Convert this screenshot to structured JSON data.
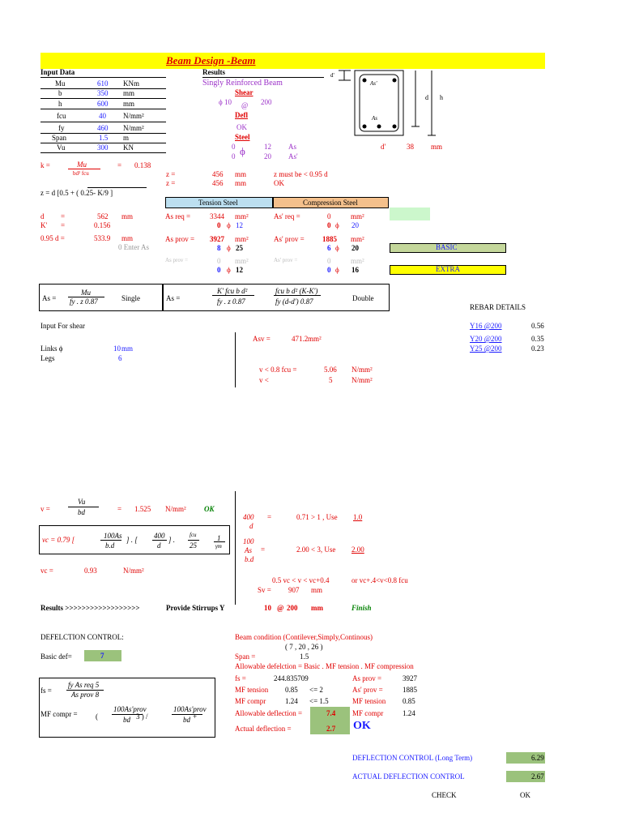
{
  "title": "Beam Design -Beam",
  "input": {
    "header": "Input Data",
    "rows": [
      {
        "label": "Mu",
        "value": "610",
        "unit": "KNm"
      },
      {
        "label": "b",
        "value": "350",
        "unit": "mm"
      },
      {
        "label": "h",
        "value": "600",
        "unit": "mm"
      },
      {
        "label": "fcu",
        "value": "40",
        "unit": "N/mm²"
      },
      {
        "label": "fy",
        "value": "460",
        "unit": "N/mm²"
      },
      {
        "label": "Span",
        "value": "1.5",
        "unit": "m"
      },
      {
        "label": "Vu",
        "value": "300",
        "unit": "KN"
      }
    ]
  },
  "results": {
    "header": "Results",
    "beam_type": "Singly Reinforced Beam",
    "shear_label": "Shear",
    "shear_phi": "ϕ 10",
    "shear_at": "@",
    "shear_spacing": "200",
    "defl_label": "Defl",
    "defl_ok": "OK",
    "steel_label": "Steel",
    "steel_r1_a": "0",
    "steel_r1_b": "12",
    "steel_r1_c": "As",
    "steel_r2_a": "0",
    "steel_r2_b": "20",
    "steel_r2_c": "As'",
    "dprime_label": "d'",
    "dprime_value": "38",
    "dprime_unit": "mm"
  },
  "section": {
    "d_top": "d'",
    "as_top": "As'",
    "as_bot": "As",
    "d_label": "d",
    "h_label": "h"
  },
  "calc": {
    "k_label": "k =",
    "k_num": "Mu",
    "k_den": "bd² fcu",
    "k_eq": "=",
    "k_value": "0.138",
    "z_formula": "z = d [0.5 +    ( 0.25- K/9   ]",
    "z1_label": "z =",
    "z1_value": "456",
    "z1_unit": "mm",
    "z1_note": "z must be < 0.95 d",
    "z2_label": "z =",
    "z2_value": "456",
    "z2_unit": "mm",
    "z2_note": "OK",
    "d_label": "d",
    "d_eq": "=",
    "d_value": "562",
    "d_unit": "mm",
    "kp_label": "K'",
    "kp_eq": "=",
    "kp_value": "0.156",
    "d95_label": "0.95 d =",
    "d95_value": "533.9",
    "d95_unit": "mm",
    "enter_as": "0 Enter As"
  },
  "steel": {
    "tension_header": "Tension Steel",
    "compression_header": "Compression Steel",
    "as_req_label": "As req =",
    "as_req_value": "3344",
    "as_req_unit": "mm²",
    "asp_req_label": "As' req =",
    "asp_req_value": "0",
    "asp_req_unit": "mm²",
    "t1_n": "0",
    "t1_phi": "ϕ",
    "t1_d": "12",
    "c1_n": "0",
    "c1_phi": "ϕ",
    "c1_d": "20",
    "as_prov_label": "As prov =",
    "as_prov_value": "3927",
    "as_prov_unit": "mm²",
    "asp_prov_label": "As' prov =",
    "asp_prov_value": "1885",
    "asp_prov_unit": "mm²",
    "t2_n": "8",
    "t2_phi": "ϕ",
    "t2_d": "25",
    "c2_n": "6",
    "c2_phi": "ϕ",
    "c2_d": "20",
    "basic_label": "BASIC",
    "as_prov2_label": "As prov =",
    "as_prov2_value": "0",
    "as_prov2_unit": "mm²",
    "asp_prov2_label": "As' prov =",
    "asp_prov2_value": "0",
    "asp_prov2_unit": "mm²",
    "t3_n": "0",
    "t3_phi": "ϕ",
    "t3_d": "12",
    "c3_n": "0",
    "c3_phi": "ϕ",
    "c3_d": "16",
    "extra_label": "EXTRA"
  },
  "formula": {
    "as_label": "As =",
    "single_num": "Mu",
    "single_den": "fy . z  0.87",
    "single_label": "Single",
    "as_label2": "As =",
    "double_num1": "K' fcu b d²",
    "double_den1": "fy . z  0.87",
    "double_num2": "fcu b d²  (K-K')",
    "double_den2": "fy (d-d') 0.87",
    "double_label": "Double"
  },
  "rebar": {
    "header": "REBAR DETAILS",
    "items": [
      {
        "label": "Y16 @200",
        "value": "0.56"
      },
      {
        "label": "Y20 @200",
        "value": "0.35"
      },
      {
        "label": "Y25 @200",
        "value": "0.23"
      }
    ]
  },
  "shear_input": {
    "header": "Input For shear",
    "links_label": "Links ϕ",
    "links_value": "10",
    "links_unit": "mm",
    "legs_label": "Legs",
    "legs_value": "6",
    "asv_label": "Asv =",
    "asv_value": "471.2",
    "asv_unit": "mm²",
    "v1_label": "v  < 0.8  fcu =",
    "v1_value": "5.06",
    "v1_unit": "N/mm²",
    "v2_label": "v  <",
    "v2_value": "5",
    "v2_unit": "N/mm²"
  },
  "shear_calc": {
    "v_label": "v =",
    "v_num": "Vu",
    "v_den": "bd",
    "v_eq": "=",
    "v_value": "1.525",
    "v_unit": "N/mm²",
    "v_ok": "OK",
    "vc_formula_a": "vc = 0.79 [",
    "vc_formula_num": "100As",
    "vc_formula_den": "b.d",
    "vc_formula_b": "] . [",
    "vc_formula_c_num": "400",
    "vc_formula_c_den": "d",
    "vc_formula_d": "] .",
    "vc_formula_e_num": "fcu",
    "vc_formula_e_den": "25",
    "vc_formula_f_num": "1",
    "vc_formula_f_den": "γm",
    "vc_label": "vc =",
    "vc_value": "0.93",
    "vc_unit": "N/mm²",
    "c400_num": "400",
    "c400_den": "d",
    "c400_eq": "=",
    "c400_value": "0.71 > 1 , Use",
    "c400_use": "1.0",
    "c100_l1": "100",
    "c100_l2": "As",
    "c100_l3": "b.d",
    "c100_eq": "=",
    "c100_value": "2.00 < 3, Use",
    "c100_use": "2.00",
    "range_label": "0.5 vc < v < vc+0.4",
    "range_or": "or  vc+.4<v<0.8  fcu",
    "sv_label": "Sv =",
    "sv_value": "907",
    "sv_unit": "mm"
  },
  "results_row": {
    "label": "Results >>>>>>>>>>>>>>>>>>",
    "provide": "Provide Stirrups Y",
    "bar": "10",
    "at": "@",
    "spacing": "200",
    "unit": "mm",
    "finish": "Finish"
  },
  "deflection": {
    "header": "DEFELCTION CONTROL:",
    "basic_label": "Basic def=",
    "basic_value": "7",
    "beam_cond": "Beam condition (Contilever,Simply,Continous)",
    "cond_values": "(       7      ,  20      ,   26      )",
    "span_label": "Span =",
    "span_value": "1.5",
    "allow_formula": "Allowable defelction = Basic . MF tension . MF compression",
    "fs_label": "fs =",
    "fs_value": "244.835709",
    "as_prov_label": "As prov =",
    "as_prov_value": "3927",
    "mf_t_label": "MF tension",
    "mf_t_value": "0.85",
    "mf_t_lim": "<= 2",
    "asp_prov_label": "As' prov =",
    "asp_prov_value": "1885",
    "mf_c_label": "MF compr",
    "mf_c_value": "1.24",
    "mf_c_lim": "<= 1.5",
    "mf_t2_label": "MF tension",
    "mf_t2_value": "0.85",
    "allow_label": "Allowable deflection =",
    "allow_value": "7.4",
    "mf_c2_label": "MF compr",
    "mf_c2_value": "1.24",
    "actual_label": "Actual deflection     =",
    "actual_value": "2.7",
    "ok": "OK",
    "fs_f_label": "fs =",
    "fs_f_num": "fy As req  5",
    "fs_f_den": "As prov  8",
    "mf_f_label": "MF compr =",
    "mf_f_a": "(",
    "mf_f_num1": "100As'prov",
    "mf_f_den1": "bd",
    "mf_f_mid": "3 ) /",
    "mf_f_num2": "100As'prov",
    "mf_f_den2": "bd",
    "mf_f_end": "+"
  },
  "long_term": {
    "label": "DEFLECTION CONTROL (Long Term)",
    "value": "6.29",
    "actual_label": "ACTUAL DEFLECTION CONTROL",
    "actual_value": "2.67",
    "check_label": "CHECK",
    "check_value": "OK"
  },
  "colors": {
    "title_bg": "#ffff00",
    "tension_bg": "#bcdff0",
    "compression_bg": "#f4c08c",
    "green_cell": "#9bc27c",
    "light_green": "#ccf7cc",
    "basic_bg": "#c4d79b",
    "extra_bg": "#ffff00"
  }
}
